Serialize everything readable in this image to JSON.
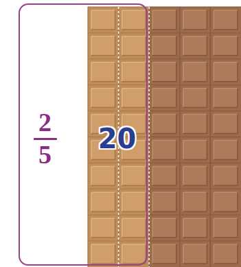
{
  "diagram": {
    "nodes": [
      {
        "text": [
          "2",
          "5",
          "20"
        ]
      }
    ]
  }
}
